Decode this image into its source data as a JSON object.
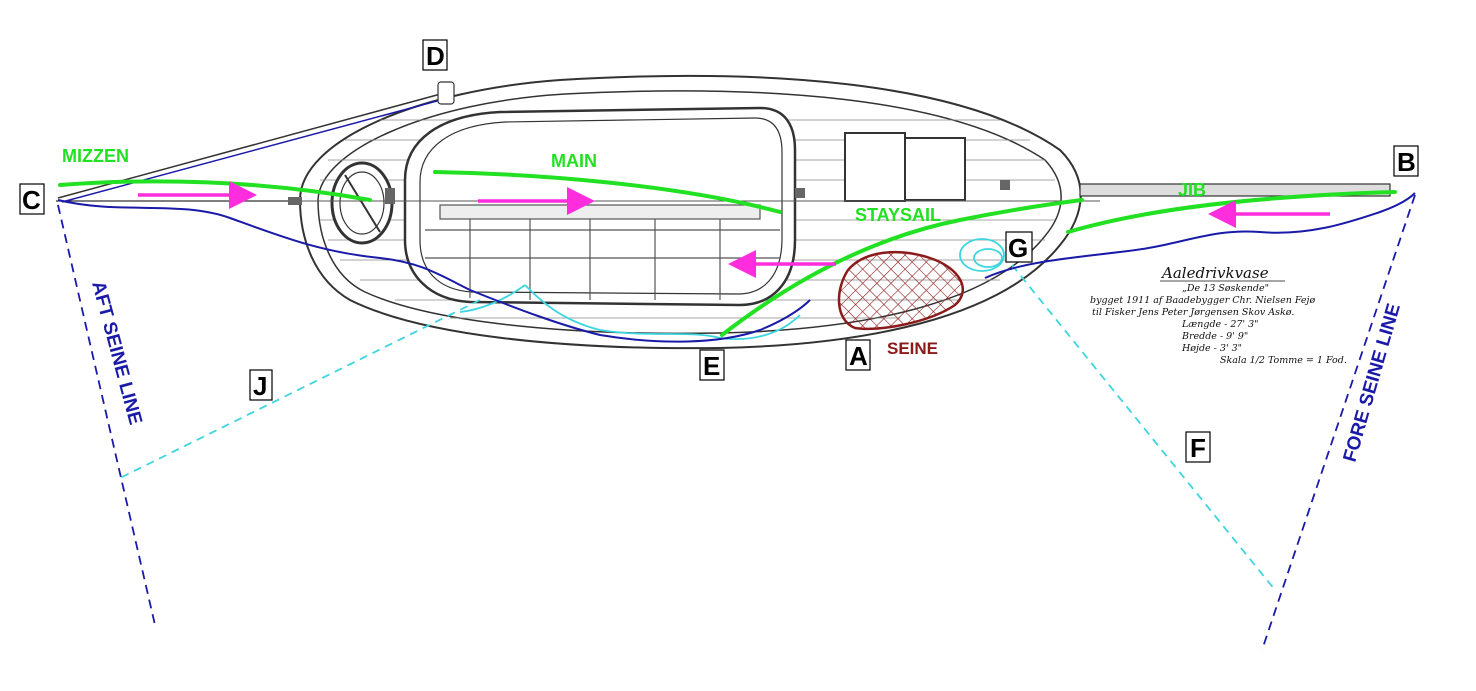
{
  "colors": {
    "sail_green": "#22e022",
    "arrow_magenta": "#ff2dde",
    "line_blue": "#1a1aa8",
    "line_cyan": "#3dd6e0",
    "seine_red": "#8b1a1a",
    "hull_ink": "#333333"
  },
  "markers": {
    "A": "A",
    "B": "B",
    "C": "C",
    "D": "D",
    "E": "E",
    "F": "F",
    "G": "G",
    "J": "J"
  },
  "sails": {
    "mizzen": "MIZZEN",
    "main": "MAIN",
    "staysail": "STAYSAIL",
    "jib": "JIB"
  },
  "seine_label": "SEINE",
  "lines": {
    "aft": "AFT SEINE LINE",
    "fore": "FORE SEINE LINE"
  },
  "plate": {
    "title": "Aaledrivkvase",
    "subtitle": "„De 13 Søskende\"",
    "line1": "bygget 1911 af Baadebygger Chr. Nielsen Fejø",
    "line2": "til Fisker Jens Peter Jørgensen Skov Askø.",
    "line3": "Længde - 27' 3\"",
    "line4": "Bredde - 9' 9\"",
    "line5": "Højde - 3' 3\"",
    "line6": "Skala 1/2 Tomme = 1 Fod."
  }
}
